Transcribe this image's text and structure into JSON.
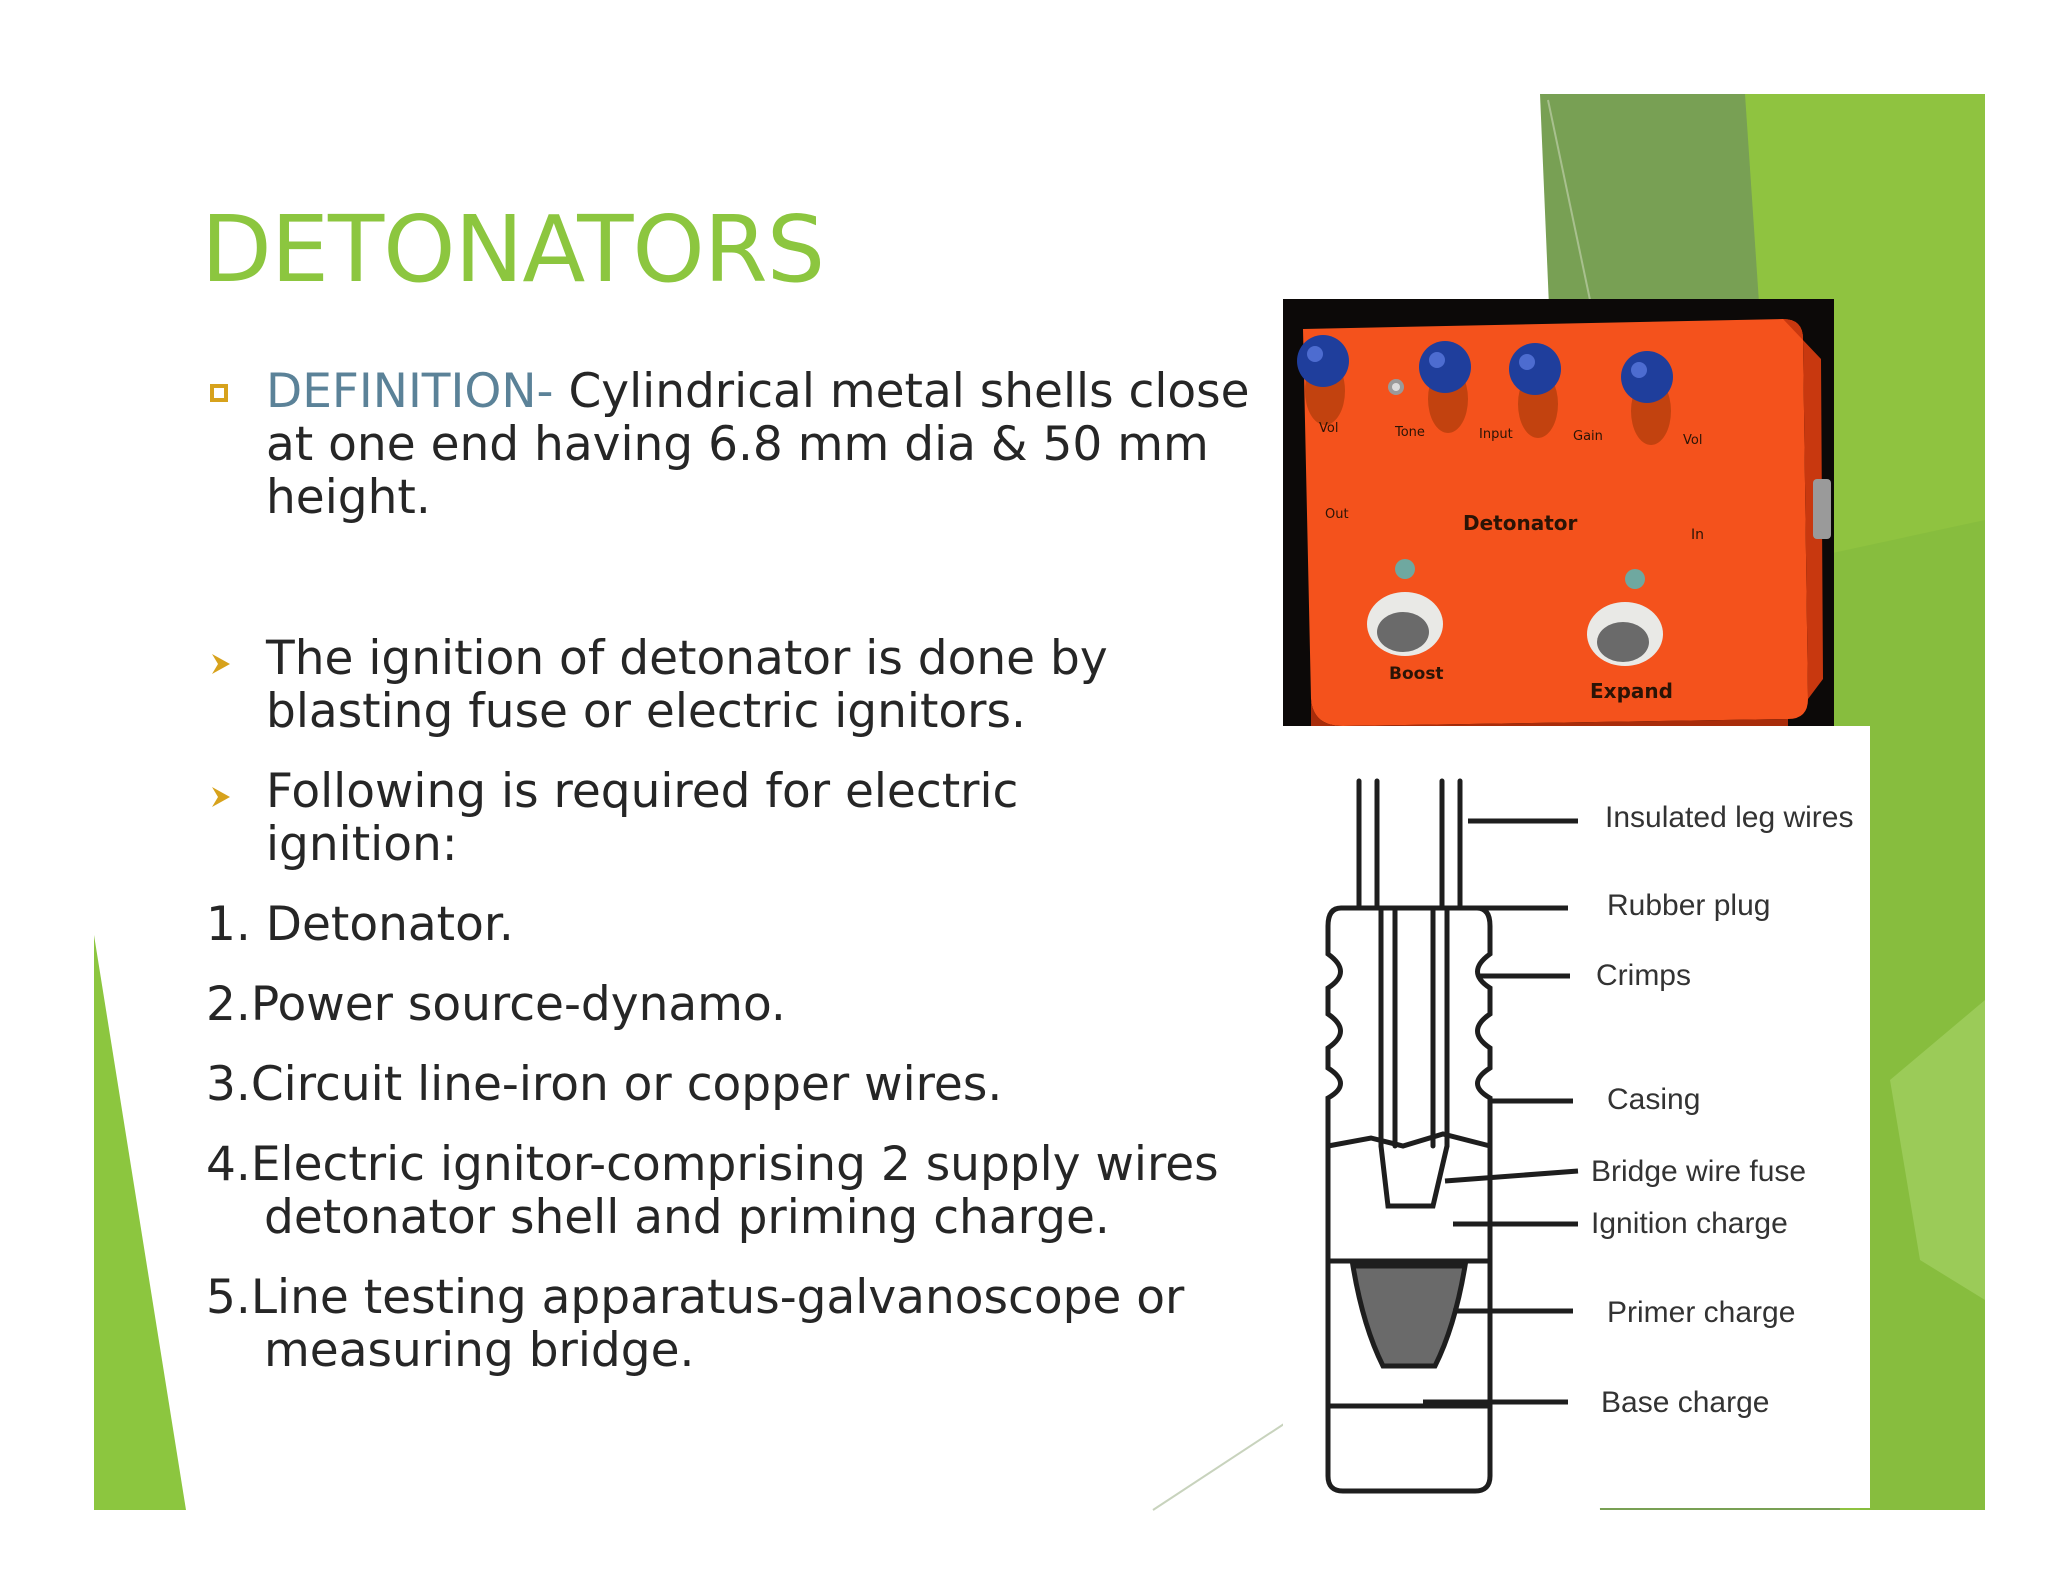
{
  "slide": {
    "title": "DETONATORS",
    "definition_term": "DEFINITION-",
    "definition_line1": " Cylindrical metal shells close",
    "definition_line2": "at one end having 6.8 mm dia & 50 mm",
    "definition_line3": "height.",
    "bullet1_line1": "The ignition of detonator is done by",
    "bullet1_line2": "blasting fuse or electric ignitors.",
    "bullet2_line1": " Following is required for electric",
    "bullet2_line2": "ignition:",
    "item1": "1. Detonator.",
    "item2": "2.Power source-dynamo.",
    "item3": "3.Circuit line-iron or copper wires.",
    "item4_line1": "4.Electric ignitor-comprising 2 supply wires",
    "item4_line2": "detonator shell and priming charge.",
    "item5_line1": "5.Line testing apparatus-galvanoscope or",
    "item5_line2": "measuring bridge."
  },
  "photo": {
    "knob_labels": [
      "Vol",
      "Tone",
      "Input",
      "Gain",
      "Vol"
    ],
    "left_jack_label": "Out",
    "brand": "Detonator",
    "right_jack_label": "In",
    "footswitch_left": "Boost",
    "footswitch_right": "Expand"
  },
  "diagram": {
    "labels": [
      "Insulated leg wires",
      "Rubber plug",
      "Crimps",
      "Casing",
      "Bridge wire fuse",
      "Ignition charge",
      "Primer charge",
      "Base charge"
    ]
  },
  "colors": {
    "title_green": "#8cc63f",
    "definition_term": "#5b8298",
    "bullet_gold": "#d7a21c",
    "pedal_orange": "#f4521c",
    "knob_blue": "#1f3e9c"
  }
}
